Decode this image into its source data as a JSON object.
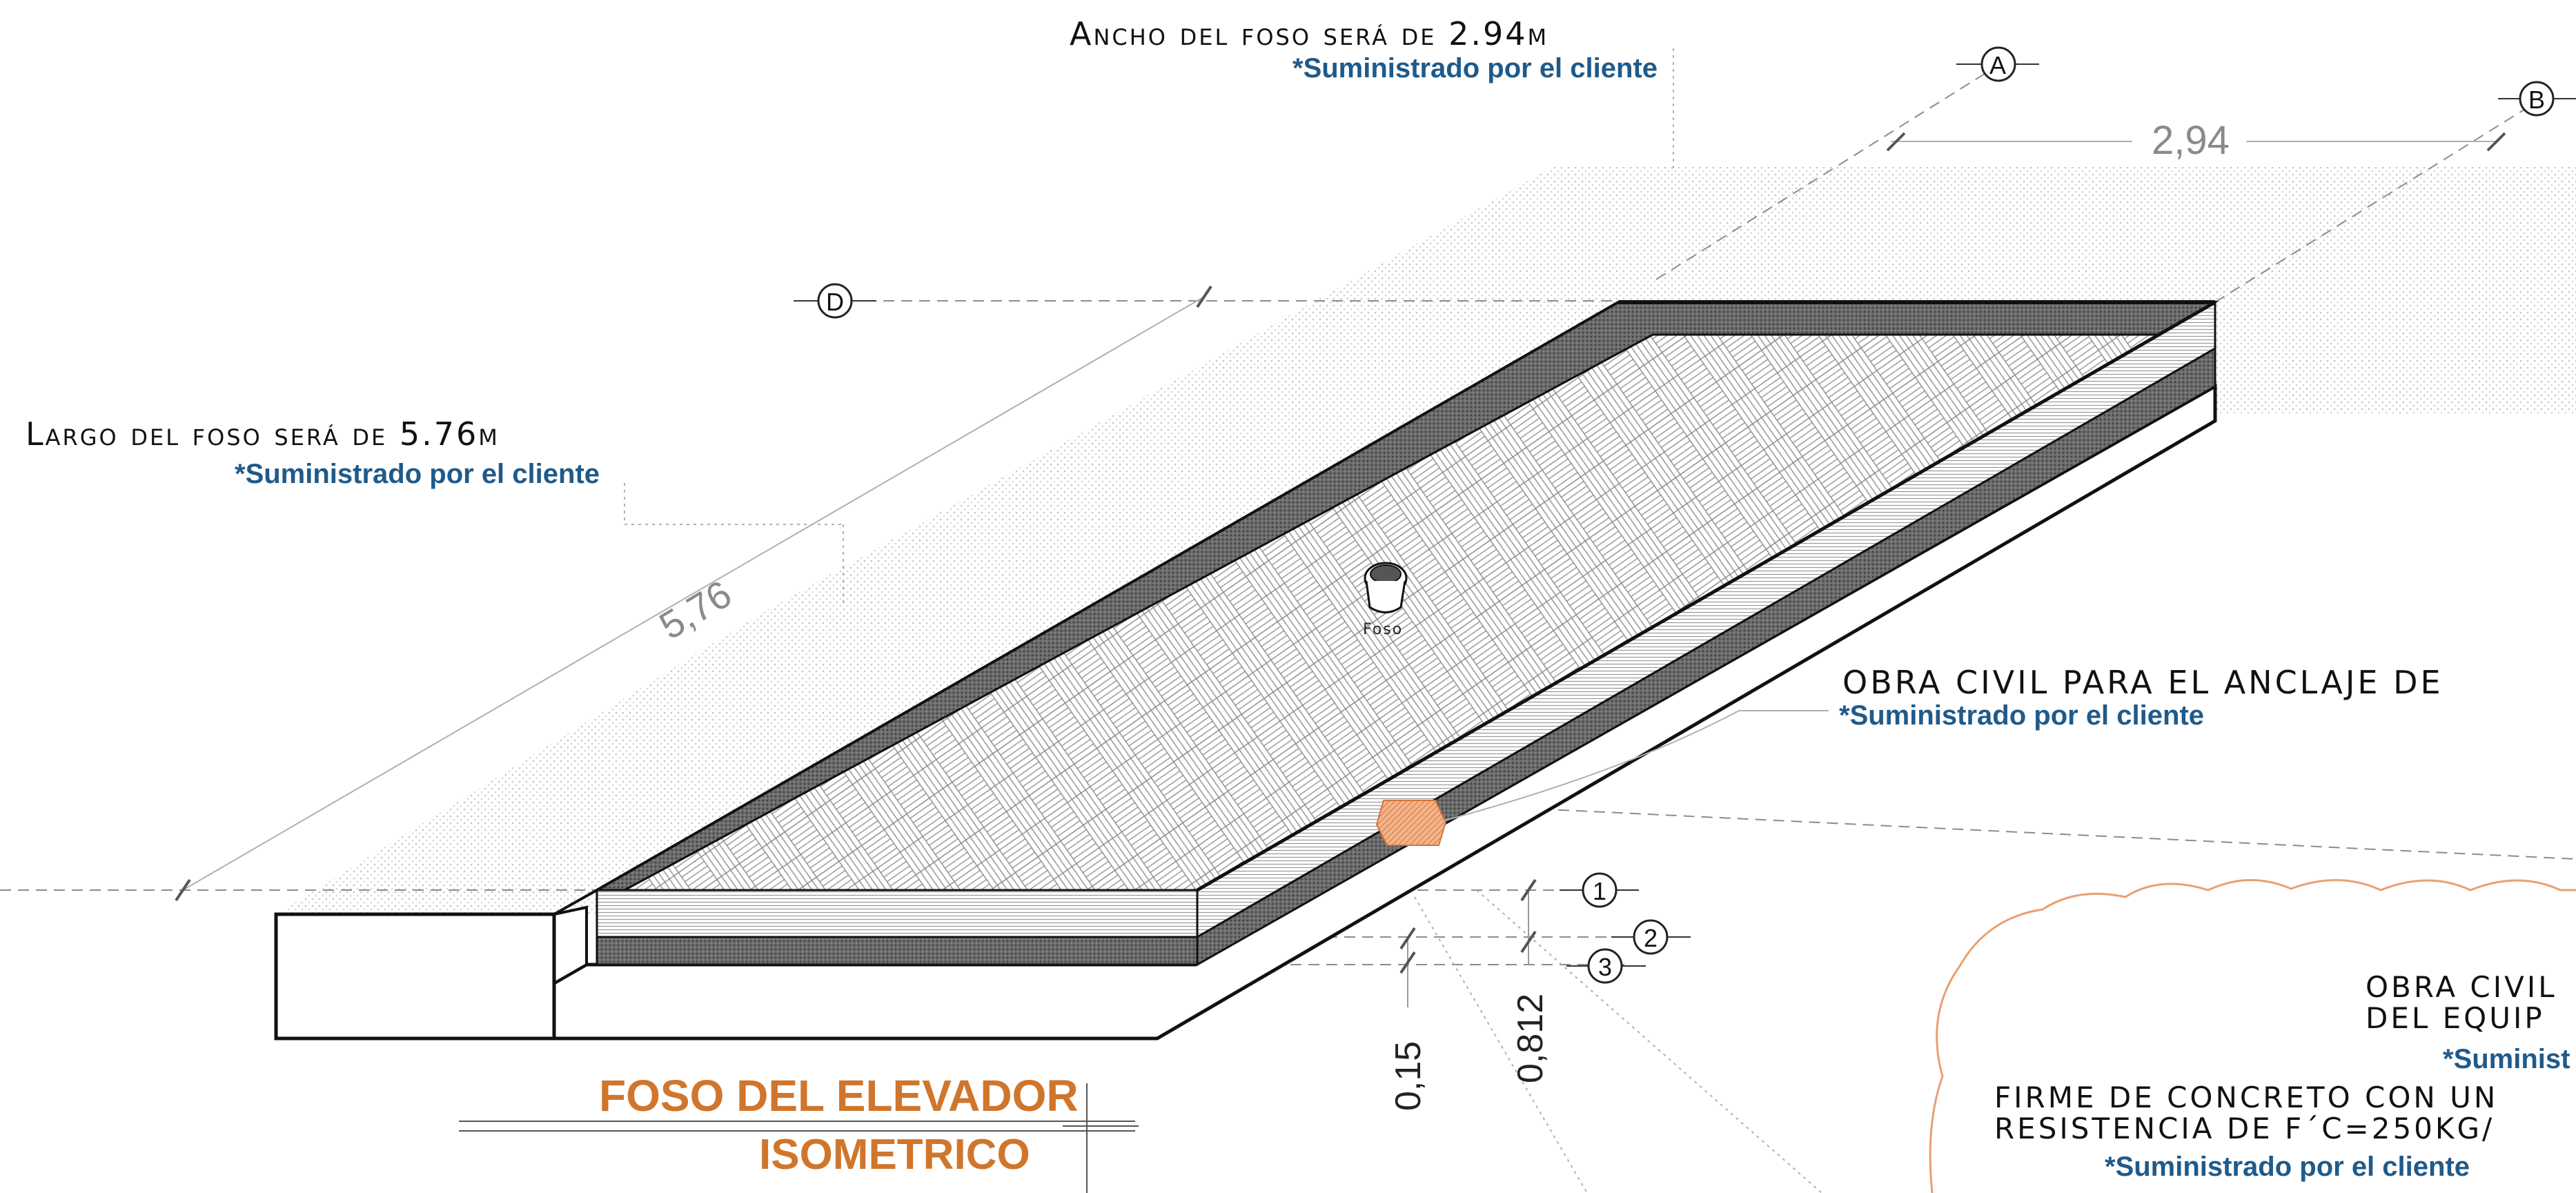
{
  "annotations": {
    "width": {
      "title": "Ancho del foso será de 2.94m",
      "note": "*Suministrado por el cliente"
    },
    "length": {
      "title": "Largo del foso será de 5.76m",
      "note": "*Suministrado por el cliente"
    },
    "anchor": {
      "title": "OBRA CIVIL PARA EL ANCLAJE DE",
      "note": "*Suministrado por el cliente"
    },
    "cloud": {
      "line1": "OBRA CIVIL",
      "line2": "DEL EQUIP",
      "note1": "*Suminist",
      "line3": "FIRME DE CONCRETO CON UN",
      "line4": "RESISTENCIA DE F´C=250KG/",
      "note2": "*Suministrado por el cliente"
    }
  },
  "dimensions": {
    "width": "2,94",
    "length": "5,76",
    "thickness": "0,15",
    "depth": "0,812"
  },
  "grid_markers": [
    "A",
    "B",
    "D"
  ],
  "level_markers": [
    "1",
    "2",
    "3"
  ],
  "drain_label": "Foso",
  "title": {
    "main": "FOSO DEL ELEVADOR",
    "sub": "ISOMETRICO"
  },
  "colors": {
    "title": "#d0762c",
    "note": "#1f5a8a",
    "dimension": "#8a8a8a",
    "cloud": "#e8a070",
    "anchor_marker": "#e07b3a"
  }
}
